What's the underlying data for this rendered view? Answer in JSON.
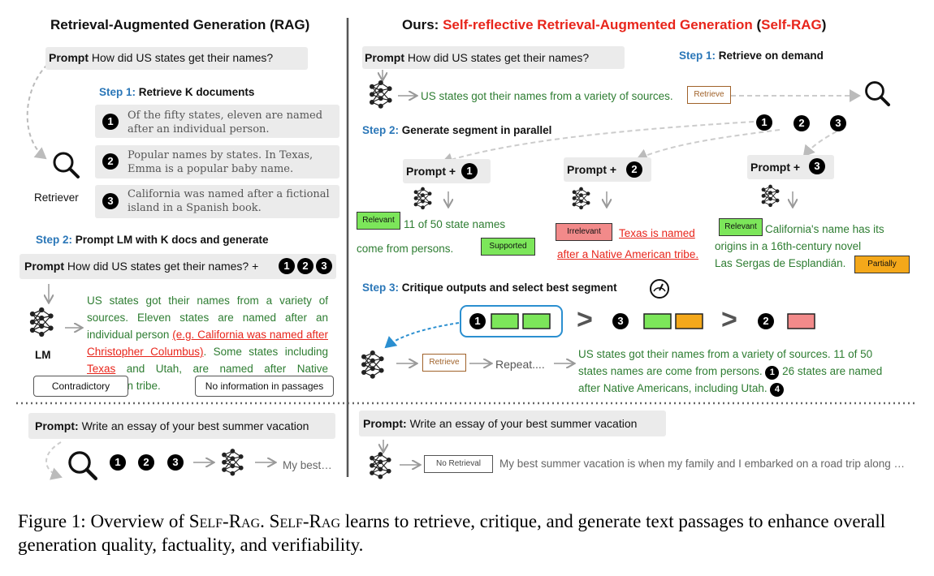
{
  "left": {
    "title": "Retrieval-Augmented Generation (RAG)",
    "prompt_label": "Prompt",
    "prompt_text": "How did US states get their names?",
    "step1_num": "Step 1:",
    "step1_text": "Retrieve K documents",
    "docs": [
      {
        "num": "1",
        "text": "Of the fifty states, eleven are named after an individual person."
      },
      {
        "num": "2",
        "text": "Popular names by states. In Texas, Emma is a popular baby name."
      },
      {
        "num": "3",
        "text": "California was named after a fictional island in a Spanish book."
      }
    ],
    "retriever_label": "Retriever",
    "step2_num": "Step 2:",
    "step2_text": "Prompt LM with K docs and generate",
    "prompt2_text": "How did US states get their names? +",
    "lm_label": "LM",
    "gen_a": "US states got their names from a variety of sources. Eleven states are named after an individual person",
    "gen_red1": "(e.g. California was named after Christopher Columbus)",
    "gen_b": ". Some states including",
    "gen_red2": "Texas",
    "gen_c": "and Utah, are named after Native American tribe.",
    "callout1": "Contradictory",
    "callout2": "No information in passages"
  },
  "right": {
    "title_prefix": "Ours:",
    "title_red": "Self-reflective Retrieval-Augmented Generation",
    "title_paren_open": "(",
    "title_red2": "Self-RAG",
    "title_paren_close": ")",
    "prompt_label": "Prompt",
    "prompt_text": "How did US states get their names?",
    "step1_num": "Step 1:",
    "step1_text": "Retrieve on demand",
    "first_seg": "US states got their names from a variety of sources.",
    "retrieve_tag": "Retrieve",
    "step2_num": "Step 2:",
    "step2_text": "Generate segment in parallel",
    "prompt_plus": "Prompt +",
    "seg1_tag": "Relevant",
    "seg1_text_a": "11 of 50 state names",
    "seg1_text_b": "come from persons.",
    "seg1_tag2": "Supported",
    "seg2_tag": "Irrelevant",
    "seg2_text_a": "Texas is named",
    "seg2_text_b": "after a Native American tribe.",
    "seg3_tag": "Relevant",
    "seg3_text_a": "California's name has its",
    "seg3_text_b": "origins in a 16th-century novel",
    "seg3_text_c": "Las Sergas de Esplandián.",
    "seg3_tag2": "Partially",
    "step3_num": "Step 3:",
    "step3_text": "Critique outputs and select best segment",
    "gt": ">",
    "repeat": "Repeat....",
    "final_a": "US states got their names from a variety of sources. 11 of 50",
    "final_b": "states names are come from persons.",
    "final_c": "26 states are named",
    "final_d": "after Native Americans, including Utah."
  },
  "bottom_left": {
    "prompt_label": "Prompt:",
    "prompt_text": "Write an essay of your best summer vacation",
    "out": "My best…"
  },
  "bottom_right": {
    "prompt_label": "Prompt:",
    "prompt_text": "Write an essay of your best summer vacation",
    "tag": "No Retrieval",
    "out": "My best summer vacation is when my family and I embarked on a road trip along …"
  },
  "caption": {
    "prefix": "Figure 1: Overview of ",
    "name": "Self-Rag",
    "mid": ". ",
    "name2": "Self-Rag",
    "rest": " learns to retrieve, critique, and generate text passages to enhance overall generation quality, factuality, and verifiability."
  },
  "colors": {
    "step_blue": "#2b77b8",
    "title_red": "#e8251b",
    "text_green": "#2e7d32",
    "relevant": "#7ce65a",
    "irrelevant": "#f28a8a",
    "partial": "#f4a81a",
    "retrieve_brown": "#a0622a"
  },
  "icons": [
    "magnifier-icon",
    "neural-net-icon",
    "gauge-icon",
    "arrow-icon"
  ]
}
